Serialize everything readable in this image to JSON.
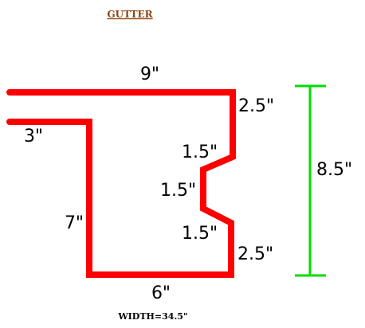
{
  "title": "GUTTER",
  "footer": "WIDTH=34.5\"",
  "colors": {
    "title": "#8b4513",
    "profile": "#ff0000",
    "dimension_line": "#00dd00",
    "text": "#000000"
  },
  "labels": {
    "top": "9\"",
    "lip": "3\"",
    "back": "7\"",
    "bottom": "6\"",
    "front_upper": "2.5\"",
    "bevel_upper": "1.5\"",
    "recess": "1.5\"",
    "bevel_lower": "1.5\"",
    "front_lower": "2.5\"",
    "overall_height": "8.5\""
  }
}
